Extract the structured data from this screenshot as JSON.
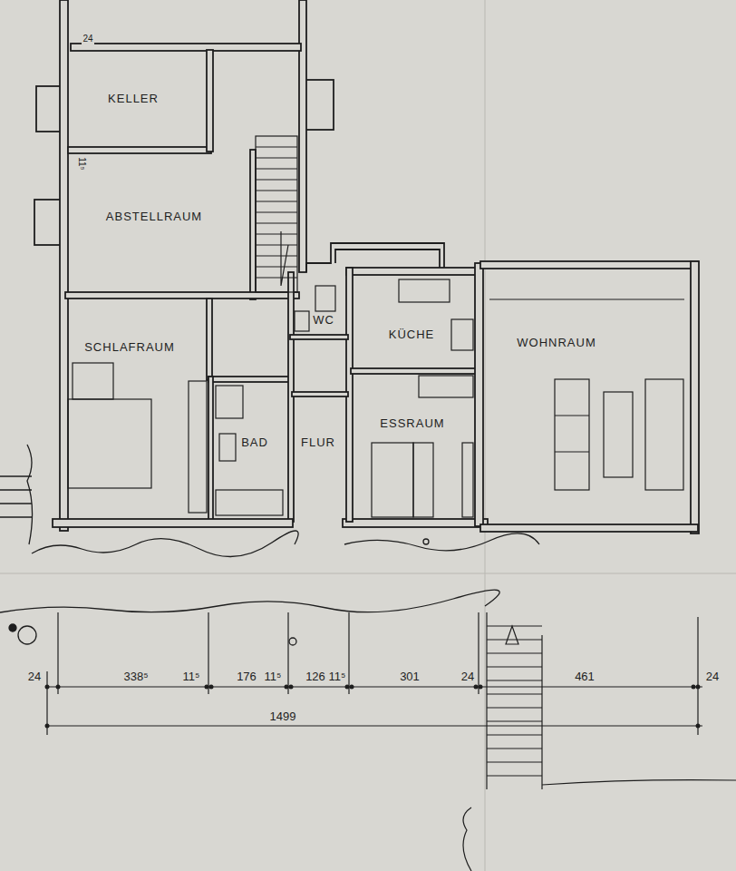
{
  "diagram": {
    "nodes": [
      {
        "text": [
          "KELLER"
        ]
      },
      {
        "text": [
          "ABSTELLRAUM"
        ]
      },
      {
        "text": [
          "SCHLAFRAUM"
        ]
      },
      {
        "text": [
          "WC"
        ]
      },
      {
        "text": [
          "KÜCHE"
        ]
      },
      {
        "text": [
          "BAD"
        ]
      },
      {
        "text": [
          "FLUR"
        ]
      },
      {
        "text": [
          "ESSRAUM"
        ]
      },
      {
        "text": [
          "WOHNRAUM"
        ]
      }
    ],
    "labels": [
      "24",
      "11⁵",
      "24",
      "338⁵",
      "11⁵",
      "176",
      "11⁵",
      "126",
      "11⁵",
      "301",
      "24",
      "461",
      "24",
      "1499"
    ]
  }
}
